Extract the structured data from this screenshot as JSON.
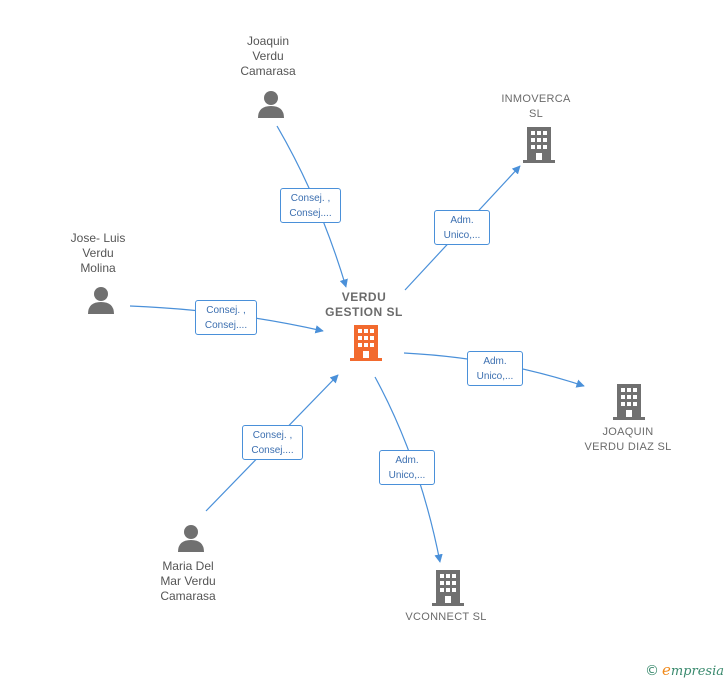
{
  "colors": {
    "edge": "#4a90d9",
    "person": "#707070",
    "company": "#707070",
    "main_company": "#f26a2e"
  },
  "nodes": {
    "center": {
      "label": "VERDU\nGESTION SL",
      "icon": "building-icon"
    },
    "joaquin_verdu_camarasa": {
      "label": "Joaquin\nVerdu\nCamarasa",
      "icon": "person-icon"
    },
    "jose_luis_verdu_molina": {
      "label": "Jose- Luis\nVerdu\nMolina",
      "icon": "person-icon"
    },
    "maria_del_mar_verdu_camarasa": {
      "label": "Maria Del\nMar Verdu\nCamarasa",
      "icon": "person-icon"
    },
    "inmoverca_sl": {
      "label": "INMOVERCA\nSL",
      "icon": "building-icon"
    },
    "joaquin_verdu_diaz_sl": {
      "label": "JOAQUIN\nVERDU DIAZ SL",
      "icon": "building-icon"
    },
    "vconnect_sl": {
      "label": "VCONNECT SL",
      "icon": "building-icon"
    }
  },
  "edges": {
    "joaquin_to_center": "Consej. ,\nConsej....",
    "jose_luis_to_center": "Consej. ,\nConsej....",
    "maria_to_center": "Consej. ,\nConsej....",
    "center_to_inmoverca": "Adm.\nUnico,...",
    "center_to_joaquin_diaz": "Adm.\nUnico,...",
    "center_to_vconnect": "Adm.\nUnico,..."
  },
  "brand": {
    "copyright": "©",
    "name_initial": "e",
    "name_rest": "mpresia"
  }
}
